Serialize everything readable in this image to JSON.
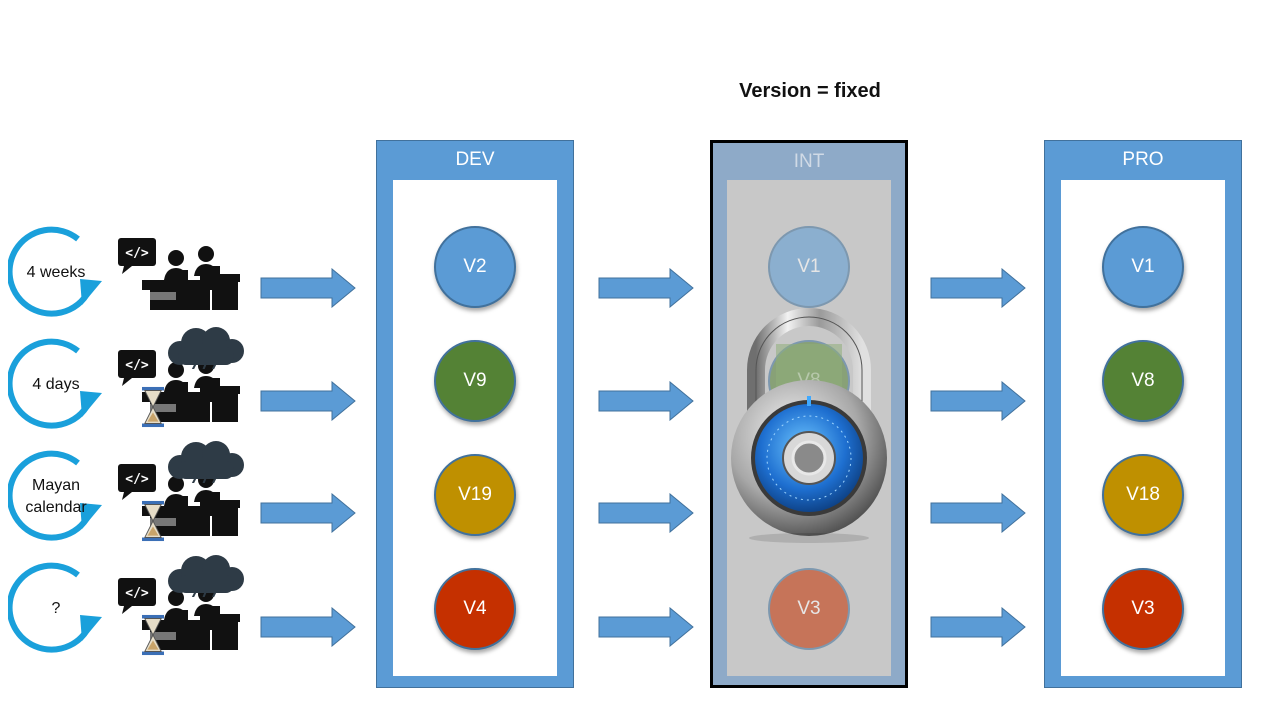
{
  "title": "Version = fixed",
  "rows": [
    {
      "cycle": "4 weeks",
      "cloud": false
    },
    {
      "cycle": "4 days",
      "cloud": true
    },
    {
      "cycle": "Mayan calendar",
      "cloud": true
    },
    {
      "cycle": "?",
      "cloud": true
    }
  ],
  "environments": [
    {
      "label": "DEV",
      "versions": [
        "V2",
        "V9",
        "V19",
        "V4"
      ]
    },
    {
      "label": "INT",
      "versions": [
        "V1",
        "V8",
        "",
        "V3"
      ]
    },
    {
      "label": "PRO",
      "versions": [
        "V1",
        "V8",
        "V18",
        "V3"
      ]
    }
  ],
  "version_colors": [
    "#5b9bd5",
    "#548235",
    "#bf9000",
    "#c53000"
  ],
  "icons": {
    "cycle": "circular-arrow-icon",
    "worker": "developers-at-desk-icon",
    "code": "code-tag-icon",
    "hourglass": "hourglass-icon",
    "cloud": "storm-cloud-icon",
    "lock": "combination-padlock-icon"
  }
}
